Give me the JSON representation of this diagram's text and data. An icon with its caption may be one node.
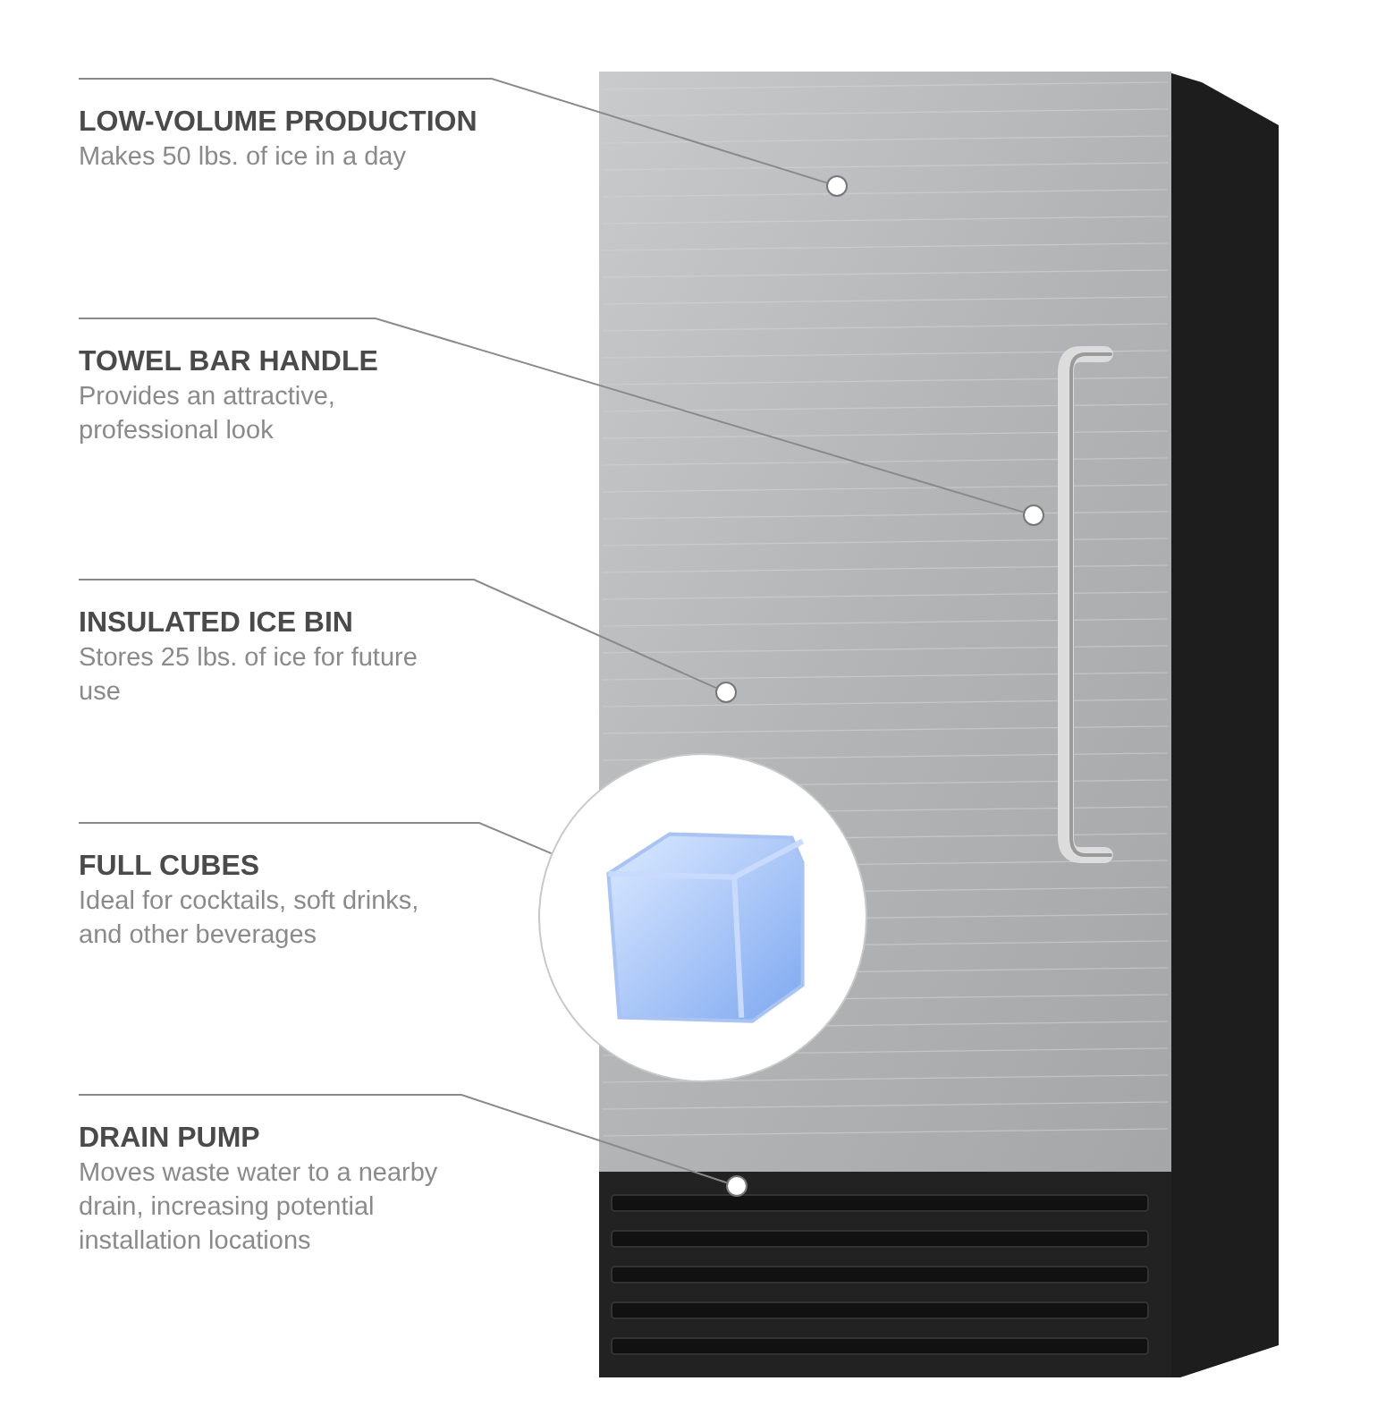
{
  "diagram": {
    "nodes": [
      {
        "text": [
          "LOW-VOLUME PRODUCTION",
          "Makes 50 lbs. of ice in a day"
        ]
      },
      {
        "text": [],
        "shape": "circle"
      },
      {
        "text": [
          "TOWEL BAR HANDLE",
          "Provides an attractive, professional look"
        ]
      },
      {
        "text": [],
        "shape": "circle"
      },
      {
        "text": [
          "INSULATED ICE BIN",
          "Stores 25 lbs. of ice for future use"
        ]
      },
      {
        "text": [],
        "shape": "circle"
      },
      {
        "text": [
          "FULL CUBES",
          "Ideal for cocktails, soft drinks, and other beverages"
        ]
      },
      {
        "text": [],
        "shape": "picture"
      },
      {
        "text": [
          "DRAIN PUMP",
          "Moves waste water to a nearby drain, increasing potential installation locations"
        ]
      },
      {
        "text": [],
        "shape": "circle"
      }
    ],
    "edges": [
      {
        "from": 0,
        "to": 1,
        "arrow": "none"
      },
      {
        "from": 2,
        "to": 3,
        "arrow": "none"
      },
      {
        "from": 4,
        "to": 5,
        "arrow": "none"
      },
      {
        "from": 6,
        "to": 7,
        "arrow": "none"
      },
      {
        "from": 8,
        "to": 9,
        "arrow": "none"
      }
    ]
  }
}
